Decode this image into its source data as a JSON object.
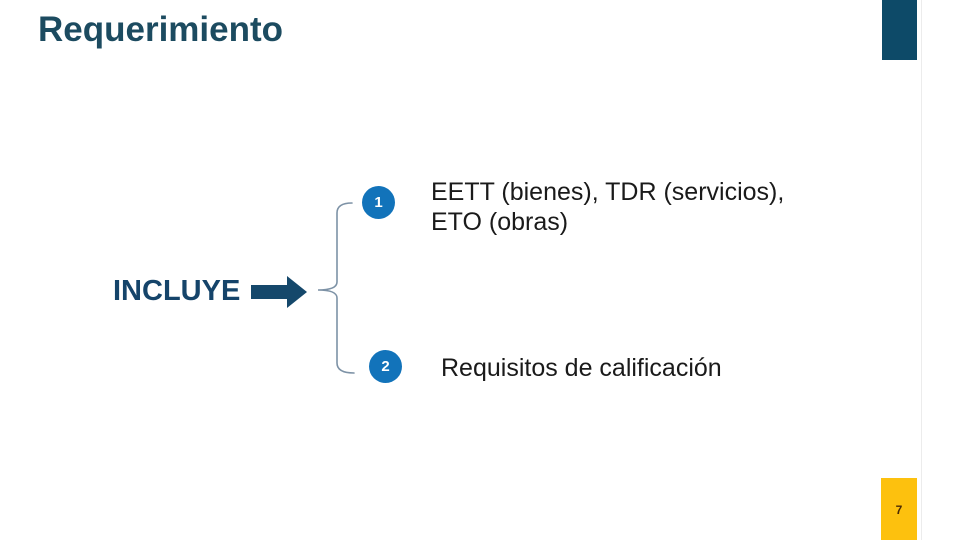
{
  "slide": {
    "title": "Requerimiento",
    "label": "INCLUYE",
    "items": [
      {
        "number": "1",
        "lines": [
          "EETT (bienes), TDR (servicios),",
          "ETO (obras)"
        ]
      },
      {
        "number": "2",
        "lines": [
          "Requisitos de calificación"
        ]
      }
    ],
    "page_number": "7",
    "icons": {
      "arrow": "right-block-arrow",
      "brace": "left-curly-brace"
    },
    "colors": {
      "title_color": "#1c4b60",
      "label_color": "#15446a",
      "arrow_color": "#15486b",
      "accent_bar": "#0d4a68",
      "circle_fill": "#1273ba",
      "yellow_fill": "#fdc10e",
      "brace_stroke": "#7d92a6",
      "body_text": "#1a1a1a",
      "page_number_color": "#4a2a05"
    }
  }
}
